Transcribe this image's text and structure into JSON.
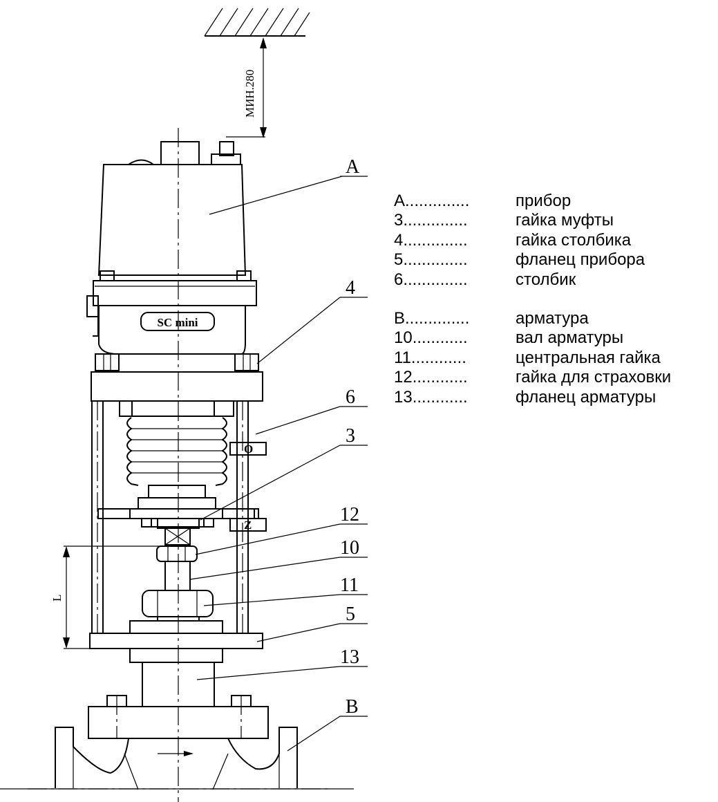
{
  "dimension_label": "МИН.280",
  "length_label": "L",
  "brand_label": "SC mini",
  "callouts": {
    "a": "A",
    "n4": "4",
    "n6": "6",
    "n3": "3",
    "n12": "12",
    "n10": "10",
    "n11": "11",
    "n5": "5",
    "n13": "13",
    "b": "B"
  },
  "markers": {
    "open": "O",
    "closed": "Z"
  },
  "legend": {
    "group1": [
      {
        "key": "A..............",
        "desc": "прибор"
      },
      {
        "key": "3..............",
        "desc": "гайка муфты"
      },
      {
        "key": "4..............",
        "desc": "гайка столбика"
      },
      {
        "key": "5..............",
        "desc": "фланец прибора"
      },
      {
        "key": "6..............",
        "desc": "столбик"
      }
    ],
    "group2": [
      {
        "key": "B..............",
        "desc": "арматура"
      },
      {
        "key": "10............",
        "desc": "вал арматуры"
      },
      {
        "key": "11............",
        "desc": "центральная гайка"
      },
      {
        "key": "12............",
        "desc": "гайка для страховки"
      },
      {
        "key": "13............",
        "desc": "фланец арматуры"
      }
    ]
  }
}
